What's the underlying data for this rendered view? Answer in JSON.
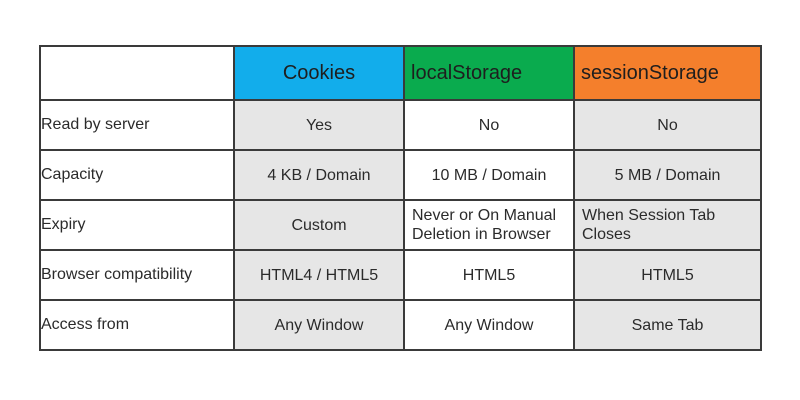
{
  "colors": {
    "cookies_header": "#12adeb",
    "localstorage_header": "#0aab4e",
    "sessionstorage_header": "#f47f2c",
    "shaded_cell": "#e6e6e6",
    "border": "#3a3a3a"
  },
  "chart_data": {
    "type": "table",
    "columns": [
      "",
      "Cookies",
      "localStorage",
      "sessionStorage"
    ],
    "rows": [
      {
        "label": "Read by server",
        "cells": [
          "Yes",
          "No",
          "No"
        ]
      },
      {
        "label": "Capacity",
        "cells": [
          "4 KB / Domain",
          "10 MB / Domain",
          "5 MB / Domain"
        ]
      },
      {
        "label": "Expiry",
        "cells": [
          [
            "Custom"
          ],
          [
            "Never or On Manual",
            "Deletion in Browser"
          ],
          [
            "When Session Tab",
            "Closes"
          ]
        ]
      },
      {
        "label": "Browser compatibility",
        "cells": [
          "HTML4 / HTML5",
          "HTML5",
          "HTML5"
        ]
      },
      {
        "label": "Access from",
        "cells": [
          "Any Window",
          "Any Window",
          "Same Tab"
        ]
      }
    ]
  }
}
